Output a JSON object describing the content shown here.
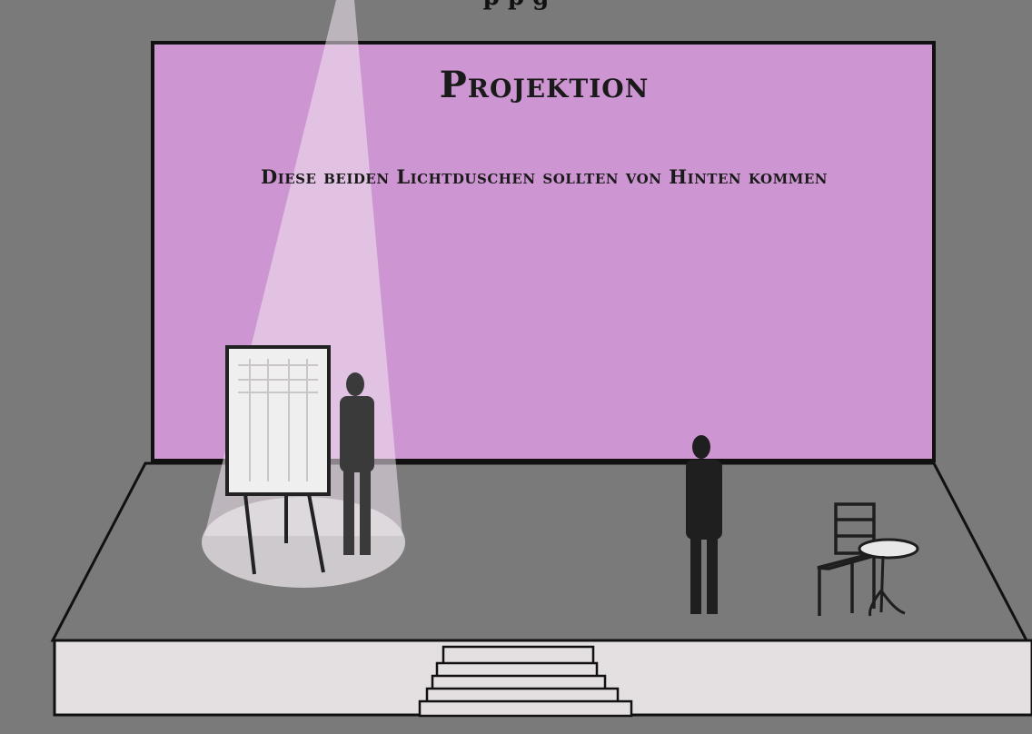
{
  "scene": {
    "projection_title": "Projektion",
    "projection_note": "Diese beiden Lichtduschen sollten von Hinten kommen",
    "top_caption": "p p g"
  },
  "colors": {
    "background": "#7b7a7b",
    "projection_screen": "#cd95d1",
    "stage_floor": "#7b7a7b",
    "stage_front": "#e4dfe1",
    "spotlight": "#f0e6f0",
    "figure": "#2a2a2a"
  }
}
